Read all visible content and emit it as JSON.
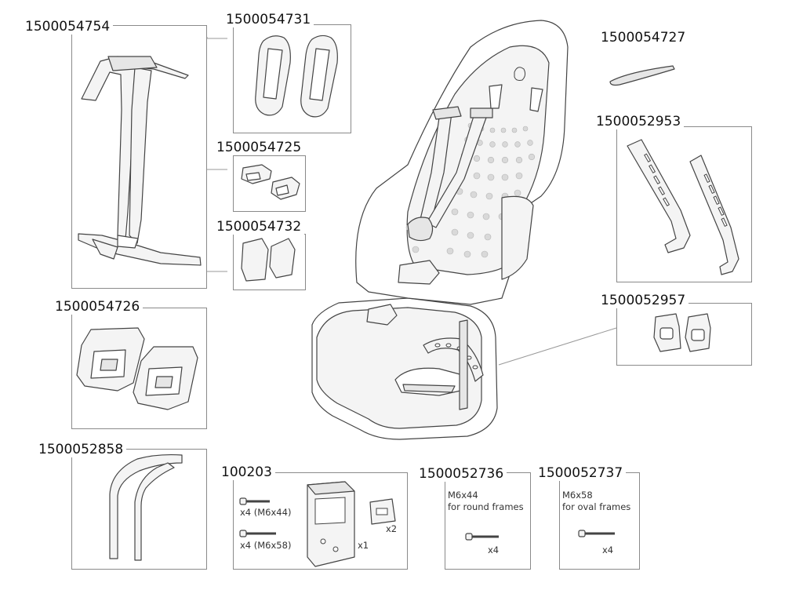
{
  "parts": {
    "harness": {
      "part_no": "1500054754"
    },
    "shoulder_pads": {
      "part_no": "1500054731"
    },
    "buckle_clips": {
      "part_no": "1500054725"
    },
    "strap_covers": {
      "part_no": "1500054732"
    },
    "footrests": {
      "part_no": "1500054726"
    },
    "handlebar": {
      "part_no": "1500052858"
    },
    "mount_kit": {
      "part_no": "100203",
      "bolt_a_label": "x4 (M6x44)",
      "bolt_b_label": "x4 (M6x58)",
      "block_qty": "x1",
      "plate_qty": "x2"
    },
    "bolts_round": {
      "part_no": "1500052736",
      "spec_line1": "M6x44",
      "spec_line2": "for round frames",
      "qty": "x4"
    },
    "bolts_oval": {
      "part_no": "1500052737",
      "spec_line1": "M6x58",
      "spec_line2": "for oval frames",
      "qty": "x4"
    },
    "headrest_strip": {
      "part_no": "1500054727"
    },
    "side_rails": {
      "part_no": "1500052953"
    },
    "buckles": {
      "part_no": "1500052957"
    }
  }
}
